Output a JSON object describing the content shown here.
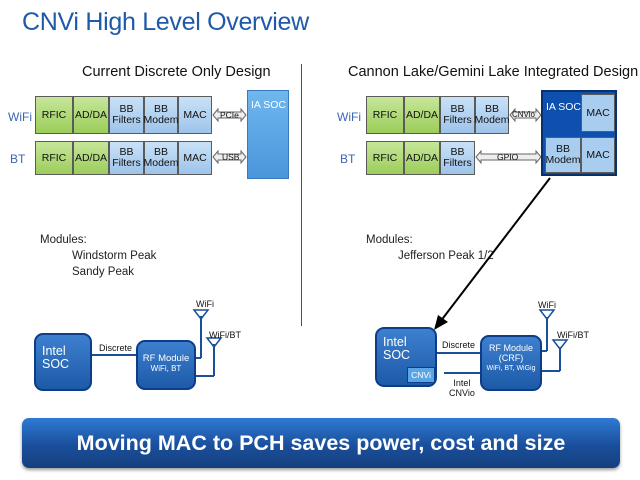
{
  "title": "CNVi High Level Overview",
  "left": {
    "heading": "Current Discrete Only Design",
    "wifi_label": "WiFi",
    "bt_label": "BT",
    "wifi_blocks": [
      "RFIC",
      "AD/DA",
      "BB\nFilters",
      "BB\nModem",
      "MAC"
    ],
    "bt_blocks": [
      "RFIC",
      "AD/DA",
      "BB\nFilters",
      "BB\nModem",
      "MAC"
    ],
    "wifi_bus": "PCIe",
    "bt_bus": "USB",
    "soc_label": "IA SOC",
    "modules_heading": "Modules:",
    "modules": [
      "Windstorm Peak",
      "Sandy Peak"
    ],
    "intel_soc": "Intel\nSOC",
    "link_label": "Discrete",
    "rf_module_title": "RF Module",
    "rf_module_sub": "WiFi, BT",
    "antenna_1": "WiFi",
    "antenna_2": "WiFi/BT"
  },
  "right": {
    "heading": "Cannon Lake/Gemini Lake Integrated Design",
    "wifi_label": "WiFi",
    "bt_label": "BT",
    "wifi_blocks": [
      "RFIC",
      "AD/DA",
      "BB\nFilters",
      "BB\nModem"
    ],
    "bt_blocks": [
      "RFIC",
      "AD/DA",
      "BB\nFilters"
    ],
    "wifi_bus": "CNVio",
    "bt_bus": "GPIO",
    "soc_label": "IA SOC",
    "soc_mac_1": "MAC",
    "soc_bb_modem": "BB\nModem",
    "soc_mac_2": "MAC",
    "modules_heading": "Modules:",
    "modules": [
      "Jefferson Peak 1/2"
    ],
    "intel_soc": "Intel\nSOC",
    "cnvi_tag": "CNVi",
    "link_label": "Discrete",
    "link_label_2": "Intel\nCNVio",
    "rf_module_title": "RF Module\n(CRF)",
    "rf_module_sub": "WiFi, BT, WiGig",
    "antenna_1": "WiFi",
    "antenna_2": "WiFi/BT"
  },
  "banner": "Moving MAC to PCH saves power, cost and size",
  "colors": {
    "title": "#1f5aa8",
    "green_block": "#a8d56a",
    "blue_block": "#a9cdef",
    "soc": "#5aa5e6",
    "soc_dark": "#0f4fae",
    "banner": "#1a4f9c"
  }
}
